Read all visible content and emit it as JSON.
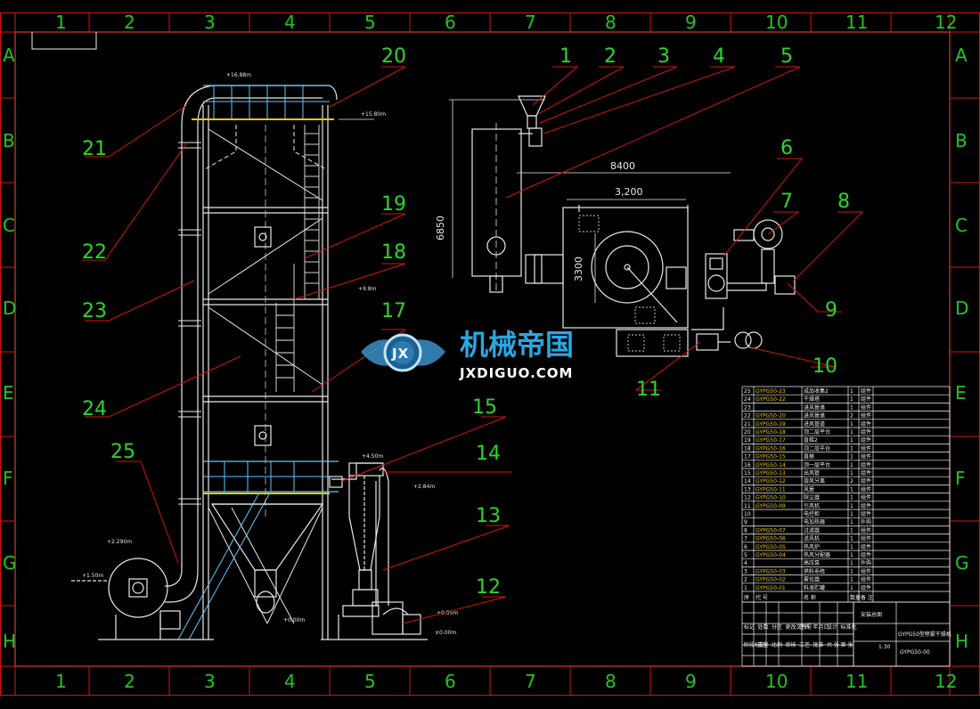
{
  "grid": {
    "cols": [
      "1",
      "2",
      "3",
      "4",
      "5",
      "6",
      "7",
      "8",
      "9",
      "10",
      "11",
      "12"
    ],
    "rows": [
      "A",
      "B",
      "C",
      "D",
      "E",
      "F",
      "G",
      "H"
    ]
  },
  "callouts": [
    "1",
    "2",
    "3",
    "4",
    "5",
    "6",
    "7",
    "8",
    "9",
    "10",
    "11",
    "12",
    "13",
    "14",
    "15",
    "17",
    "18",
    "19",
    "20",
    "21",
    "22",
    "23",
    "24",
    "25"
  ],
  "dimensions": {
    "d8400": "8400",
    "d3200": "3,200",
    "d6850": "6850",
    "d3300": "3300"
  },
  "elevations": {
    "e_top": "+16.88m",
    "e_roof": "+15.80m",
    "e_mid": "+9.8m",
    "e_cyclone": "+4.50m",
    "e_dust": "+2.84m",
    "e_fan": "+2.290m",
    "e_base": "+1.50m",
    "e_low": "+0.55m",
    "e_floor": "±0.00m",
    "e_ground": "+0.00m"
  },
  "watermark": {
    "cn": "机械帝国",
    "en": "JXDIGUO.COM",
    "badge": "JX"
  },
  "parts_table": {
    "rows": [
      [
        "25",
        "GYPG50-23",
        "成品收集2",
        "1",
        "组件"
      ],
      [
        "24",
        "GYPG50-22",
        "干燥塔",
        "1",
        "组件"
      ],
      [
        "23",
        "",
        "进风管道",
        "1",
        "组件"
      ],
      [
        "22",
        "GYPG50-20",
        "进风管道",
        "2",
        "组件"
      ],
      [
        "21",
        "GYPG50-19",
        "进风管道",
        "1",
        "组件"
      ],
      [
        "20",
        "GYPG50-18",
        "顶二层平台",
        "1",
        "组件"
      ],
      [
        "19",
        "GYPG50-17",
        "直梯2",
        "1",
        "组件"
      ],
      [
        "18",
        "GYPG50-16",
        "顶二层平台",
        "1",
        "组件"
      ],
      [
        "17",
        "GYPG50-15",
        "直梯",
        "1",
        "组件"
      ],
      [
        "16",
        "GYPG50-14",
        "顶一层平台",
        "1",
        "组件"
      ],
      [
        "15",
        "GYPG50-13",
        "出风管",
        "1",
        "组件"
      ],
      [
        "14",
        "GYPG50-12",
        "旋风分离",
        "2",
        "组件"
      ],
      [
        "13",
        "GYPG50-11",
        "风管",
        "1",
        "组件"
      ],
      [
        "12",
        "GYPG50-10",
        "除尘器",
        "1",
        "组件"
      ],
      [
        "11",
        "GYPG50-09",
        "引风机",
        "1",
        "组件"
      ],
      [
        "10",
        "",
        "电控柜",
        "1",
        "组件"
      ],
      [
        "9",
        "",
        "电加热器",
        "1",
        "外购"
      ],
      [
        "8",
        "GYPG50-07",
        "过滤器",
        "1",
        "组件"
      ],
      [
        "7",
        "GYPG50-06",
        "送风机",
        "1",
        "组件"
      ],
      [
        "6",
        "GYPG50-05",
        "热风炉",
        "1",
        "组件"
      ],
      [
        "5",
        "GYPG50-04",
        "热风分配器",
        "1",
        "组件"
      ],
      [
        "4",
        "",
        "高压泵",
        "1",
        "外购"
      ],
      [
        "3",
        "GYPG50-03",
        "供料系统",
        "1",
        "组件"
      ],
      [
        "2",
        "GYPG50-02",
        "雾化器",
        "1",
        "组件"
      ],
      [
        "1",
        "GYPG50-01",
        "料液贮罐",
        "1",
        "组件"
      ]
    ],
    "header": [
      "序",
      "代 号",
      "名 称",
      "数量",
      "备 注"
    ],
    "title_block": {
      "drawing_title": "安装总图",
      "product": "GYPG50型喷雾干燥机",
      "scale": "1:30",
      "drawing_no": "GYPG50-00",
      "labels": [
        "标记",
        "处数",
        "分区",
        "更改文件号",
        "签名",
        "年月日",
        "设计",
        "标准化",
        "阶段标记",
        "重量",
        "比例",
        "审核",
        "工艺",
        "批准",
        "共 张",
        "第 张"
      ]
    }
  }
}
